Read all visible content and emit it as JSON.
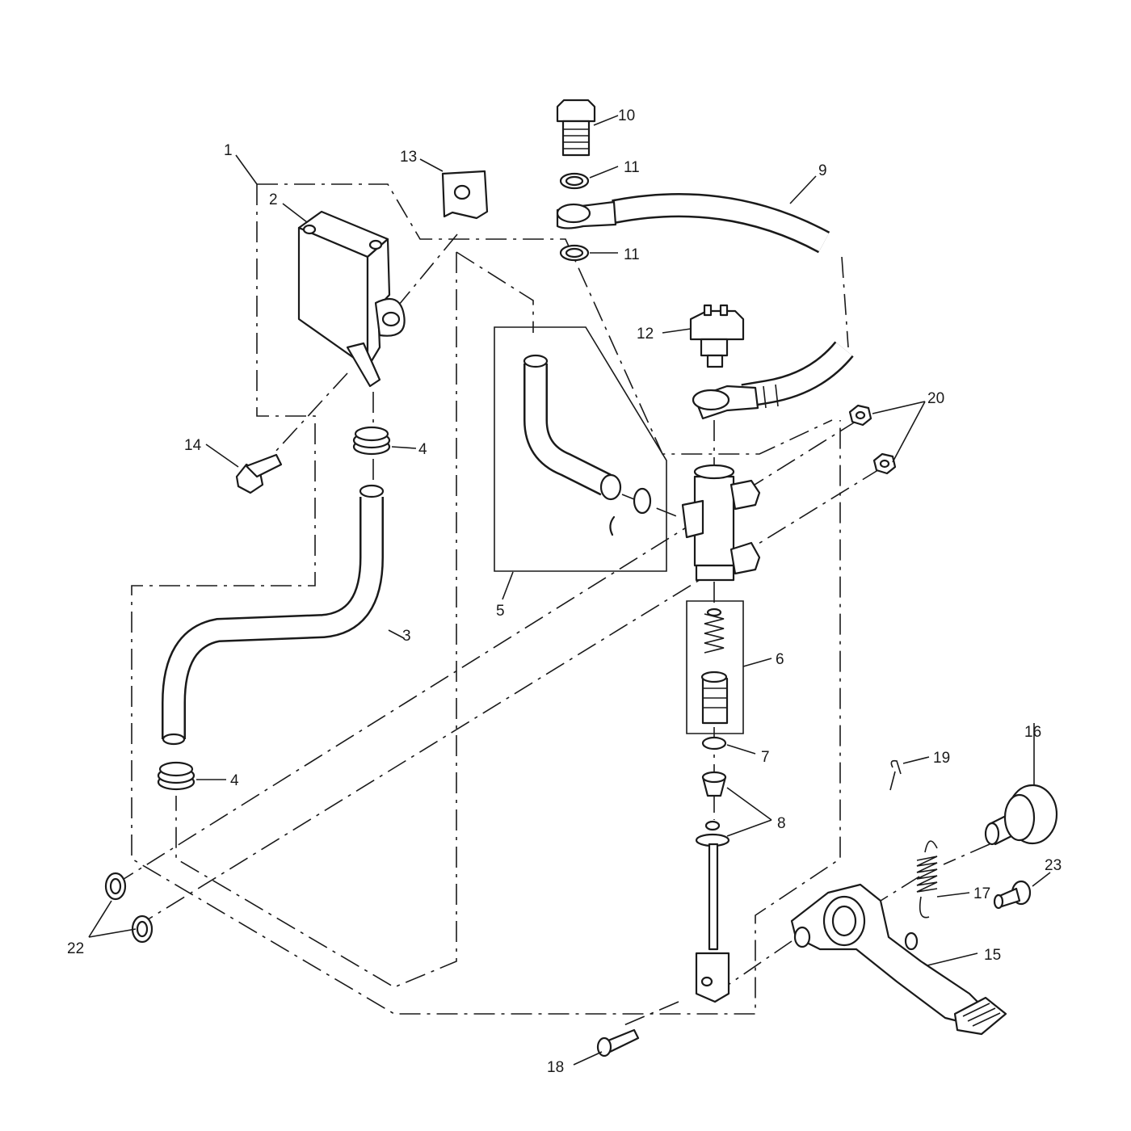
{
  "callouts": [
    {
      "id": "c1",
      "text": "1"
    },
    {
      "id": "c2",
      "text": "2"
    },
    {
      "id": "c3",
      "text": "3"
    },
    {
      "id": "c4a",
      "text": "4"
    },
    {
      "id": "c4b",
      "text": "4"
    },
    {
      "id": "c5",
      "text": "5"
    },
    {
      "id": "c6",
      "text": "6"
    },
    {
      "id": "c7",
      "text": "7"
    },
    {
      "id": "c8",
      "text": "8"
    },
    {
      "id": "c9",
      "text": "9"
    },
    {
      "id": "c10",
      "text": "10"
    },
    {
      "id": "c11a",
      "text": "11"
    },
    {
      "id": "c11b",
      "text": "11"
    },
    {
      "id": "c12",
      "text": "12"
    },
    {
      "id": "c13",
      "text": "13"
    },
    {
      "id": "c14",
      "text": "14"
    },
    {
      "id": "c15",
      "text": "15"
    },
    {
      "id": "c16",
      "text": "16"
    },
    {
      "id": "c17",
      "text": "17"
    },
    {
      "id": "c18",
      "text": "18"
    },
    {
      "id": "c19",
      "text": "19"
    },
    {
      "id": "c20",
      "text": "20"
    },
    {
      "id": "c22",
      "text": "22"
    },
    {
      "id": "c23",
      "text": "23"
    }
  ]
}
